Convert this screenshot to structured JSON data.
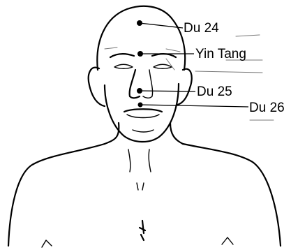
{
  "points": [
    {
      "id": "du24",
      "label": "Du 24"
    },
    {
      "id": "yintang",
      "label": "Yin Tang"
    },
    {
      "id": "du25",
      "label": "Du 25"
    },
    {
      "id": "du26",
      "label": "Du 26"
    }
  ]
}
